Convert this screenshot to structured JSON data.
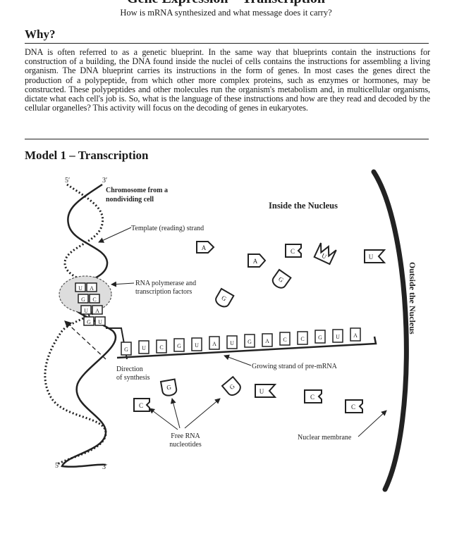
{
  "header": {
    "title": "Gene Expression—Transcription",
    "subtitle": "How is mRNA synthesized and what message does it carry?"
  },
  "why": {
    "heading": "Why?",
    "paragraph": "DNA is often referred to as a genetic blueprint. In the same way that blueprints contain the instructions for construction of a building, the DNA found inside the nuclei of cells contains the instructions for assembling a living organism. The DNA blueprint carries its instructions in the form of genes. In most cases the genes direct the production of a polypeptide, from which other more complex proteins, such as enzymes or hormones, may be constructed. These polypeptides and other molecules run the organism's metabolism and, in multicellular organisms, dictate what each cell's job is. So, what is the language of these instructions and how are they read and decoded by the cellular organelles? This activity will focus on the decoding of genes in eukaryotes."
  },
  "model1": {
    "heading": "Model 1 – Transcription",
    "labels": {
      "five_prime_top": "5′",
      "three_prime_top": "3′",
      "chromosome_line1": "Chromosome from a",
      "chromosome_line2": "nondividing cell",
      "inside_nucleus": "Inside the Nucleus",
      "outside_nucleus": "Outside the Nucleus",
      "template_strand": "Template (reading) strand",
      "rna_polymerase_line1": "RNA polymerase and",
      "rna_polymerase_line2": "transcription factors",
      "direction_line1": "Direction",
      "direction_line2": "of synthesis",
      "growing_strand": "Growing strand of pre-mRNA",
      "free_rna_line1": "Free RNA",
      "free_rna_line2": "nucleotides",
      "nuclear_membrane": "Nuclear membrane",
      "five_prime_bottom": "5′",
      "three_prime_bottom": "3′"
    },
    "mrna_bases": [
      "G",
      "U",
      "C",
      "G",
      "U",
      "A",
      "U",
      "G",
      "A",
      "C",
      "C",
      "G",
      "U",
      "A"
    ],
    "paired_bases": [
      "U",
      "A",
      "G",
      "C",
      "U",
      "A",
      "G",
      "U"
    ],
    "free_nucleotides": [
      {
        "base": "A",
        "icon": "adenine-nucleotide-icon"
      },
      {
        "base": "C",
        "icon": "cytosine-nucleotide-icon"
      },
      {
        "base": "U",
        "icon": "uracil-nucleotide-icon"
      },
      {
        "base": "A",
        "icon": "adenine-nucleotide-icon"
      },
      {
        "base": "U",
        "icon": "uracil-nucleotide-icon"
      },
      {
        "base": "G",
        "icon": "guanine-nucleotide-icon"
      },
      {
        "base": "G",
        "icon": "guanine-nucleotide-icon"
      },
      {
        "base": "G",
        "icon": "guanine-nucleotide-icon"
      },
      {
        "base": "G",
        "icon": "guanine-nucleotide-icon"
      },
      {
        "base": "U",
        "icon": "uracil-nucleotide-icon"
      },
      {
        "base": "C",
        "icon": "cytosine-nucleotide-icon"
      },
      {
        "base": "C",
        "icon": "cytosine-nucleotide-icon"
      },
      {
        "base": "C",
        "icon": "cytosine-nucleotide-icon"
      }
    ]
  }
}
